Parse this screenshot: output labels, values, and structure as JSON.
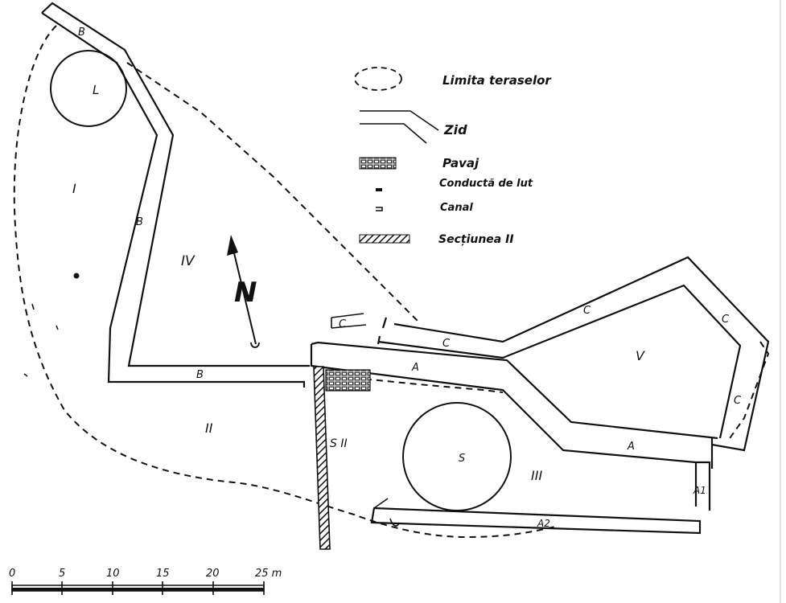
{
  "legend": {
    "terrace_limit": "Limita teraselor",
    "wall": "Zid",
    "pavement": "Pavaj",
    "clay_pipe": "Conductă de lut",
    "channel": "Canal",
    "section": "Secțiunea II"
  },
  "zones": {
    "I": "I",
    "II": "II",
    "III": "III",
    "IV": "IV",
    "V": "V"
  },
  "features": {
    "L": "L",
    "S": "S",
    "section_label": "S II"
  },
  "walls": {
    "B1": "B",
    "B2": "B",
    "B3": "B",
    "A1": "A",
    "A2": "A",
    "A_one": "A1",
    "A_two": "A2",
    "C1": "C",
    "C2": "C",
    "C3": "C",
    "C4": "C",
    "C5": "C"
  },
  "north": "N",
  "scale": {
    "ticks": [
      "0",
      "5",
      "10",
      "15",
      "20",
      "25 m"
    ]
  }
}
